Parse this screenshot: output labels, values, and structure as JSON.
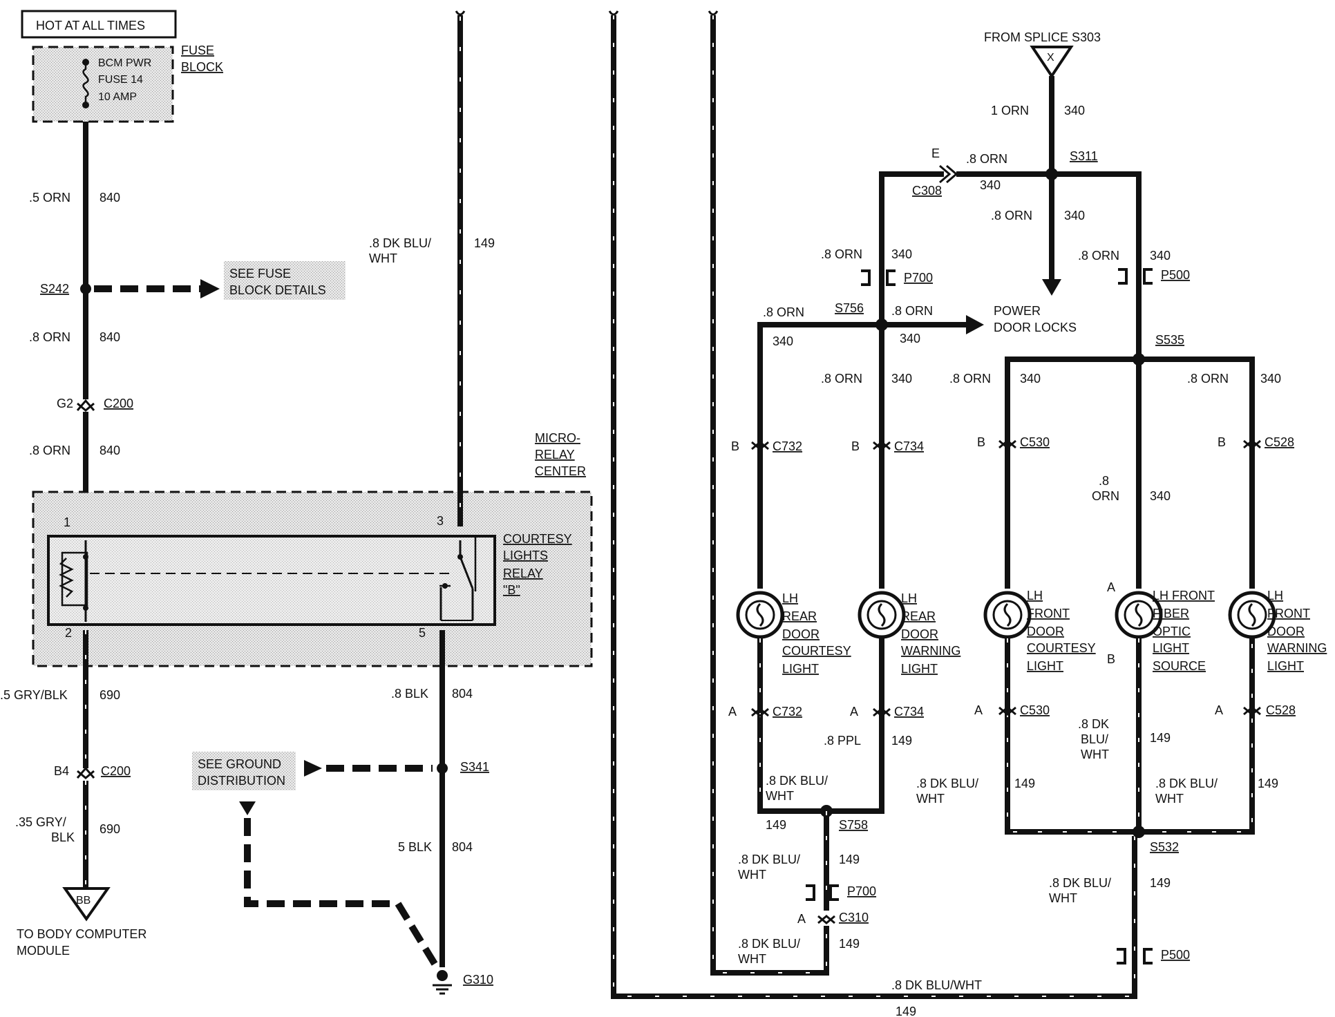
{
  "labels": {
    "hot_at_all_times": "HOT AT ALL TIMES",
    "fuse_block": [
      "FUSE",
      "BLOCK"
    ],
    "fuse_text": [
      "BCM PWR",
      "FUSE 14",
      "10 AMP"
    ],
    "see_fuse_block_details": [
      "SEE FUSE",
      "BLOCK DETAILS"
    ],
    "micro_relay_center": [
      "MICRO-",
      "RELAY",
      "CENTER"
    ],
    "courtesy_lights_relay": [
      "COURTESY",
      "LIGHTS",
      "RELAY",
      "\"B\""
    ],
    "see_ground_distribution": [
      "SEE GROUND",
      "DISTRIBUTION"
    ],
    "to_body_computer_module": [
      "TO BODY COMPUTER",
      "MODULE"
    ],
    "from_splice": "FROM SPLICE S303",
    "power_door_locks": [
      "POWER",
      "DOOR LOCKS"
    ],
    "connector_bb": "BB",
    "connector_x": "X",
    "lights": {
      "lh_rear_courtesy": [
        "LH",
        "REAR",
        "DOOR",
        "COURTESY",
        "LIGHT"
      ],
      "lh_rear_warning": [
        "LH",
        "REAR",
        "DOOR",
        "WARNING",
        "LIGHT"
      ],
      "lh_front_courtesy": [
        "LH",
        "FRONT",
        "DOOR",
        "COURTESY",
        "LIGHT"
      ],
      "lh_front_fiber": [
        "LH FRONT",
        "FIBER",
        "OPTIC",
        "LIGHT",
        "SOURCE"
      ],
      "lh_front_warning": [
        "LH",
        "FRONT",
        "DOOR",
        "WARNING",
        "LIGHT"
      ]
    }
  },
  "wires": {
    "w840a": [
      ".5 ORN",
      "840"
    ],
    "w840b": [
      ".8 ORN",
      "840"
    ],
    "w840c": [
      ".8 ORN",
      "840"
    ],
    "w149_left": [
      ".8 DK BLU/",
      "WHT",
      "149"
    ],
    "w690a": [
      ".5 GRY/BLK",
      "690"
    ],
    "w690b": [
      ".35 GRY/",
      "BLK",
      "690"
    ],
    "w804a": [
      ".8 BLK",
      "804"
    ],
    "w804b": [
      "5 BLK",
      "804"
    ],
    "w340_top": [
      "1 ORN",
      "340"
    ],
    "w340_c308": [
      ".8 ORN",
      "340"
    ],
    "w340_down": [
      ".8 ORN",
      "340"
    ],
    "w340_p700": [
      ".8 ORN",
      "340"
    ],
    "w340_p500": [
      ".8 ORN",
      "340"
    ],
    "w340_s756l": [
      ".8 ORN",
      "340"
    ],
    "w340_s756r": [
      ".8 ORN",
      "340"
    ],
    "w340_c734": [
      ".8 ORN",
      "340"
    ],
    "w340_c530": [
      ".8 ORN",
      "340"
    ],
    "w340_c528": [
      ".8 ORN",
      "340"
    ],
    "w340_fiber": [
      ".8",
      "ORN",
      "340"
    ],
    "w_ppl": [
      ".8 PPL",
      "149"
    ],
    "w149_s758l": [
      ".8 DK BLU/",
      "WHT",
      "149"
    ],
    "w149_s758d": [
      ".8 DK BLU/",
      "WHT",
      "149"
    ],
    "w149_c310": [
      ".8 DK BLU/",
      "WHT",
      "149"
    ],
    "w149_c530": [
      ".8 DK BLU/",
      "WHT",
      "149"
    ],
    "w149_fiber": [
      ".8 DK",
      "BLU/",
      "WHT",
      "149"
    ],
    "w149_c528": [
      ".8 DK BLU/",
      "WHT",
      "149"
    ],
    "w149_s532": [
      ".8 DK BLU/",
      "WHT",
      "149"
    ],
    "w149_bottom": [
      ".8 DK BLU/WHT",
      "149"
    ]
  },
  "splices": {
    "s242": "S242",
    "s341": "S341",
    "s311": "S311",
    "s756": "S756",
    "s535": "S535",
    "s758": "S758",
    "s532": "S532"
  },
  "grounds": {
    "g310": "G310"
  },
  "connectors": {
    "c200_top": "C200",
    "c200_top_pin": "G2",
    "c200_bot": "C200",
    "c200_bot_pin": "B4",
    "c308": "C308",
    "c308_pin": "E",
    "p700_top": "P700",
    "p500_top": "P500",
    "c732_top": "C732",
    "c732_top_pin": "B",
    "c734_top": "C734",
    "c734_top_pin": "B",
    "c530_top": "C530",
    "c530_top_pin": "B",
    "c528_top": "C528",
    "c528_top_pin": "B",
    "c732_bot": "C732",
    "c732_bot_pin": "A",
    "c734_bot": "C734",
    "c734_bot_pin": "A",
    "c530_bot": "C530",
    "c530_bot_pin": "A",
    "c528_bot": "C528",
    "c528_bot_pin": "A",
    "p700_bot": "P700",
    "c310": "C310",
    "c310_pin": "A",
    "p500_bot": "P500",
    "fiber_pin_a": "A",
    "fiber_pin_b": "B"
  },
  "relay_pins": {
    "p1": "1",
    "p2": "2",
    "p3": "3",
    "p5": "5"
  }
}
